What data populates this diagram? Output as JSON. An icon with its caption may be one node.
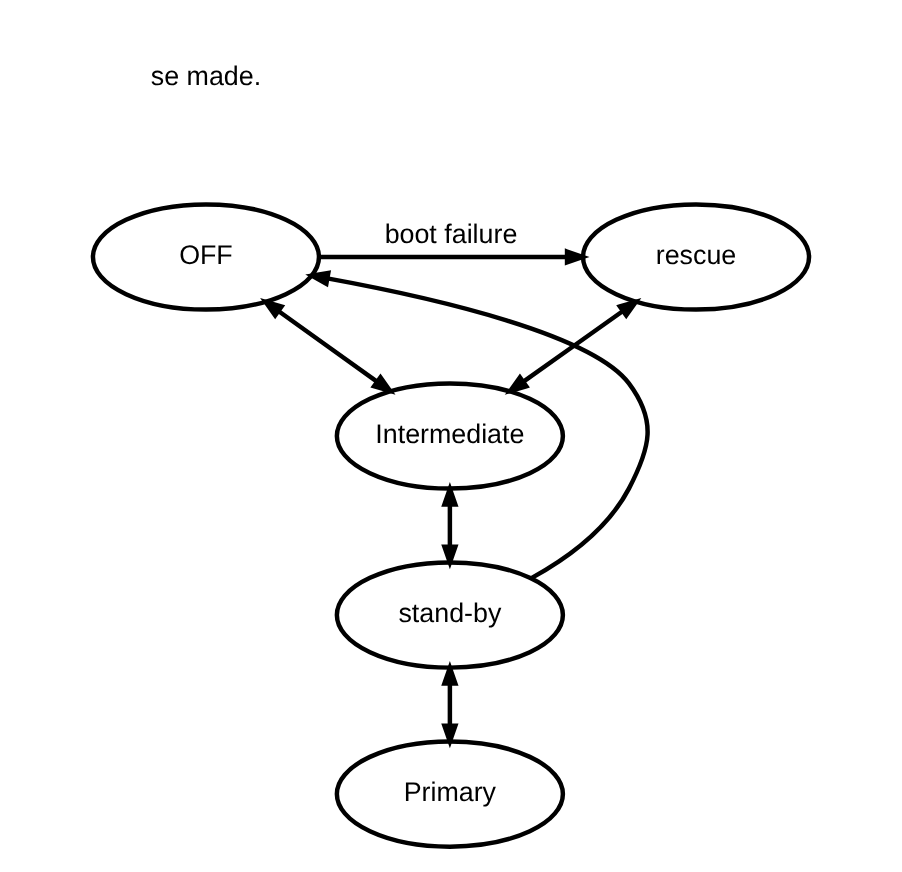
{
  "diagram": {
    "nodes": [
      {
        "text": [
          "OFF"
        ]
      },
      {
        "text": [
          "rescue"
        ]
      },
      {
        "text": [
          "Intermediate"
        ]
      },
      {
        "text": [
          "stand-by"
        ]
      },
      {
        "text": [
          "Primary"
        ]
      }
    ],
    "edges": [
      {
        "from": 0,
        "to": 1,
        "arrow": "to",
        "label": "boot failure"
      },
      {
        "from": 0,
        "to": 2,
        "arrow": "both"
      },
      {
        "from": 1,
        "to": 2,
        "arrow": "both"
      },
      {
        "from": 2,
        "to": 3,
        "arrow": "both"
      },
      {
        "from": 3,
        "to": 0,
        "arrow": "to"
      },
      {
        "from": 3,
        "to": 4,
        "arrow": "both"
      }
    ],
    "labels": [
      "se made."
    ]
  }
}
